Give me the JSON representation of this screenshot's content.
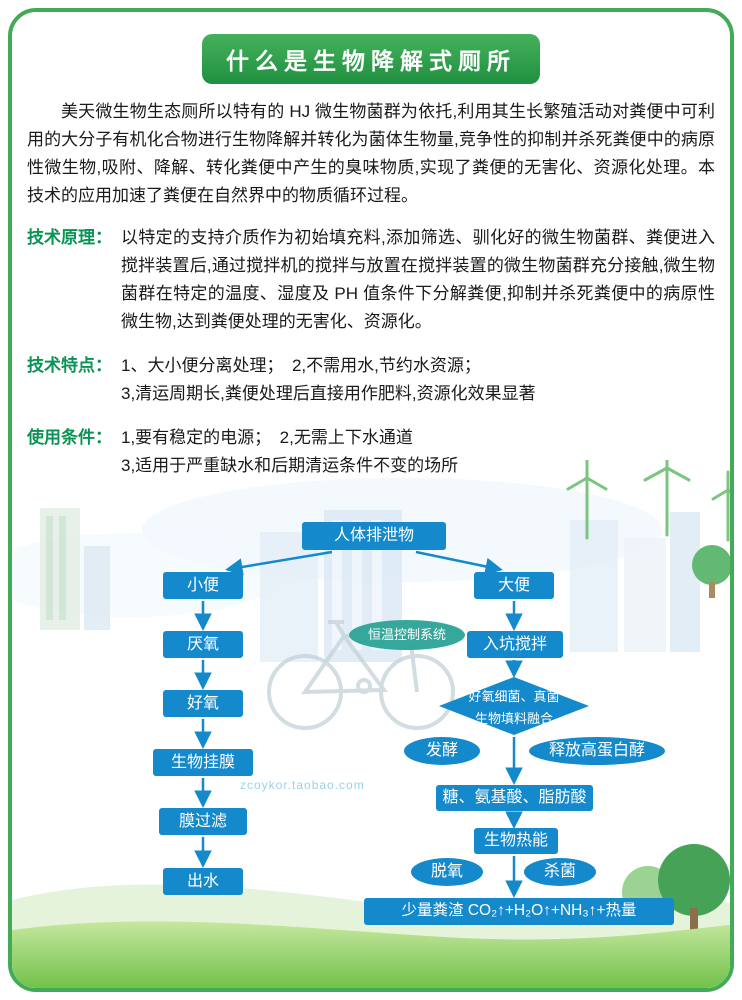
{
  "page": {
    "title": "什么是生物降解式厕所",
    "watermark": "zcoykor.taobao.com"
  },
  "intro": "美天微生物生态厕所以特有的 HJ 微生物菌群为依托,利用其生长繁殖活动对粪便中可利用的大分子有机化合物进行生物降解并转化为菌体生物量,竞争性的抑制并杀死粪便中的病原性微生物,吸附、降解、转化粪便中产生的臭味物质,实现了粪便的无害化、资源化处理。本技术的应用加速了粪便在自然界中的物质循环过程。",
  "sections": [
    {
      "label": "技术原理：",
      "lines": [
        "以特定的支持介质作为初始填充料,添加筛选、驯化好的微生物菌群、粪便进入搅拌装置后,通过搅拌机的搅拌与放置在搅拌装置的微生物菌群充分接触,微生物菌群在特定的温度、湿度及 PH 值条件下分解粪便,抑制并杀死粪便中的病原性微生物,达到粪便处理的无害化、资源化。"
      ]
    },
    {
      "label": "技术特点：",
      "lines": [
        "1、大小便分离处理；　2,不需用水,节约水资源；",
        "3,清运周期长,粪便处理后直接用作肥料,资源化效果显著"
      ]
    },
    {
      "label": "使用条件：",
      "lines": [
        "1,要有稳定的电源；　2,无需上下水通道",
        "3,适用于严重缺水和后期清运条件不变的场所"
      ]
    }
  ],
  "flow": {
    "source": "人体排泄物",
    "urine": "小便",
    "anaerobic": "厌氧",
    "aerobic": "好氧",
    "biofilm": "生物挂膜",
    "membrane": "膜过滤",
    "outflow": "出水",
    "control": "恒温控制系统",
    "feces": "大便",
    "stir": "入坑搅拌",
    "diamond1": "好氧细菌、真菌",
    "diamond2": "生物填料融合",
    "ferment": "发酵",
    "protein": "释放高蛋白酵",
    "products": "糖、氨基酸、脂肪酸",
    "bioheat": "生物热能",
    "deoxygen": "脱氧",
    "sterilize": "杀菌",
    "result": "少量粪渣 CO₂↑+H₂O↑+NH₃↑+热量"
  },
  "colors": {
    "frame_green": "#43ab57",
    "title_green": "#1f9040",
    "label_green": "#0b9355",
    "flow_blue": "#1489cb",
    "control_teal": "#35a89b",
    "grass_green": "#72c24b",
    "watermark_blue": "#9cd0ea"
  }
}
